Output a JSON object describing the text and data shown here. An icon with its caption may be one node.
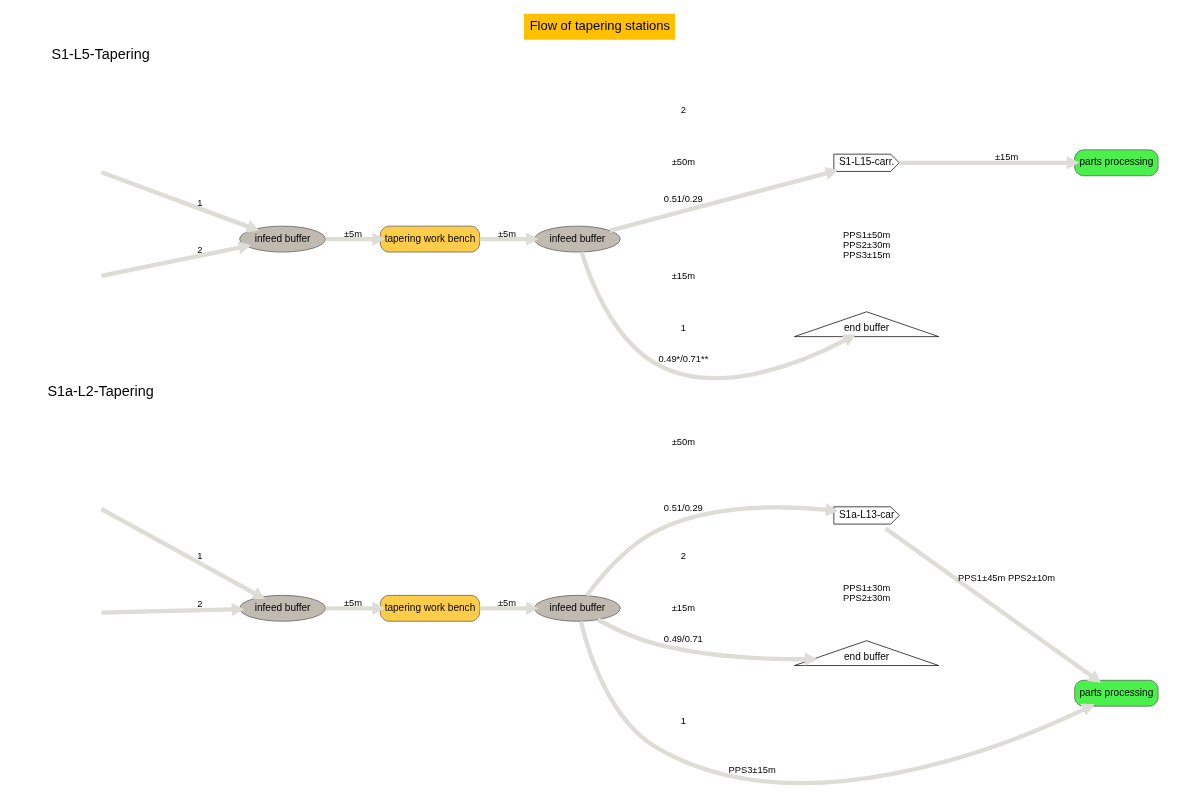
{
  "diagram": {
    "title": "Flow of tapering stations",
    "nodes": [
      {
        "text": [
          "infeed buffer"
        ]
      },
      {
        "text": [
          "tapering work bench"
        ]
      },
      {
        "text": [
          "infeed buffer"
        ]
      },
      {
        "text": [
          "end buffer"
        ]
      },
      {
        "text": [
          "S1-L15-carr."
        ],
        "beside": [
          "PPS1±50m",
          "PPS2±30m",
          "PPS3±15m"
        ]
      },
      {
        "text": [
          "parts processing"
        ]
      },
      {
        "text": [
          "infeed buffer"
        ]
      },
      {
        "text": [
          "tapering work bench"
        ]
      },
      {
        "text": [
          "infeed buffer"
        ]
      },
      {
        "text": [
          "end buffer"
        ]
      },
      {
        "text": [
          "S1a-L13-car"
        ],
        "beside": [
          "PPS1±30m",
          "PPS2±30m"
        ]
      },
      {
        "text": [
          "parts processing"
        ]
      }
    ],
    "edges": [
      {
        "from": null,
        "to": 0,
        "arrow": "to",
        "label": "1"
      },
      {
        "from": null,
        "to": 0,
        "arrow": "to",
        "label": "2"
      },
      {
        "from": 0,
        "to": 1,
        "arrow": "to",
        "label": "±5m"
      },
      {
        "from": 1,
        "to": 2,
        "arrow": "to",
        "label": "±5m"
      },
      {
        "from": 2,
        "to": 3,
        "arrow": "to",
        "label": "0.49*/0.71**"
      },
      {
        "from": 2,
        "to": 4,
        "arrow": "to",
        "label": "0.51/0.29"
      },
      {
        "from": 4,
        "to": 5,
        "arrow": "to",
        "label": "±15m"
      },
      {
        "from": null,
        "to": 6,
        "arrow": "to",
        "label": "1"
      },
      {
        "from": null,
        "to": 6,
        "arrow": "to",
        "label": "2"
      },
      {
        "from": 6,
        "to": 7,
        "arrow": "to",
        "label": "±5m"
      },
      {
        "from": 7,
        "to": 8,
        "arrow": "to",
        "label": "±5m"
      },
      {
        "from": 8,
        "to": 9,
        "arrow": "to",
        "label": "0.49/0.71"
      },
      {
        "from": 8,
        "to": 10,
        "arrow": "to",
        "label": "0.51/0.29"
      },
      {
        "from": 8,
        "to": 11,
        "arrow": "to",
        "label": "PPS3±15m"
      },
      {
        "from": 10,
        "to": 11,
        "arrow": "to",
        "label": "PPS1±45m PPS2±10m"
      }
    ],
    "labels": [
      "S1-L5-Tapering",
      "1",
      "±15m",
      "2",
      "±50m",
      "S1a-L2-Tapering",
      "1",
      "±15m",
      "2",
      "±50m"
    ]
  }
}
